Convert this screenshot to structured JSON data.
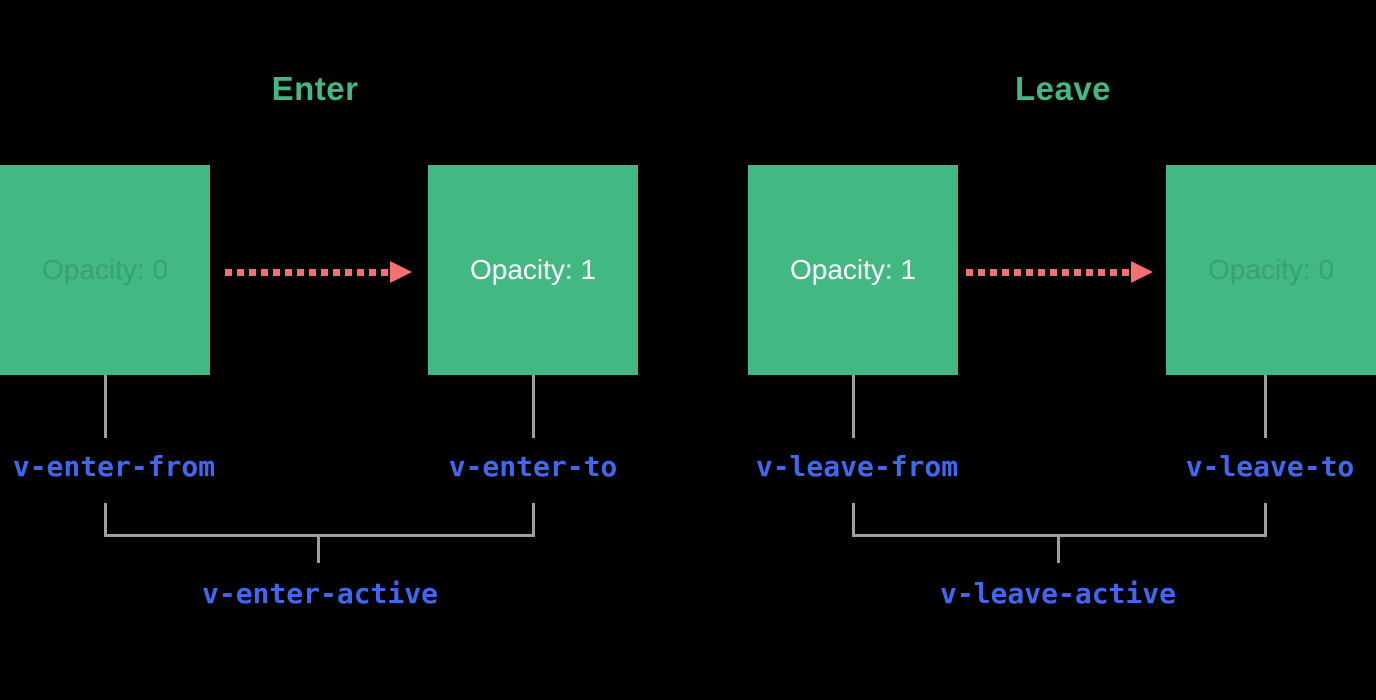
{
  "colors": {
    "background": "#000000",
    "box_green": "#42b883",
    "title_green": "#42b883",
    "arrow_red": "#f76f6f",
    "class_blue": "#3f68f2",
    "line_gray": "#9e9e9e",
    "box_text_white": "#ffffff",
    "faint_text": "rgba(0,0,0,0.13)"
  },
  "sections": [
    {
      "title": "Enter",
      "boxes": [
        {
          "label": "Opacity: 0",
          "style": "faint"
        },
        {
          "label": "Opacity: 1",
          "style": "solid"
        }
      ],
      "from_class": "v-enter-from",
      "to_class": "v-enter-to",
      "active_class": "v-enter-active"
    },
    {
      "title": "Leave",
      "boxes": [
        {
          "label": "Opacity: 1",
          "style": "solid"
        },
        {
          "label": "Opacity: 0",
          "style": "faint"
        }
      ],
      "from_class": "v-leave-from",
      "to_class": "v-leave-to",
      "active_class": "v-leave-active"
    }
  ]
}
